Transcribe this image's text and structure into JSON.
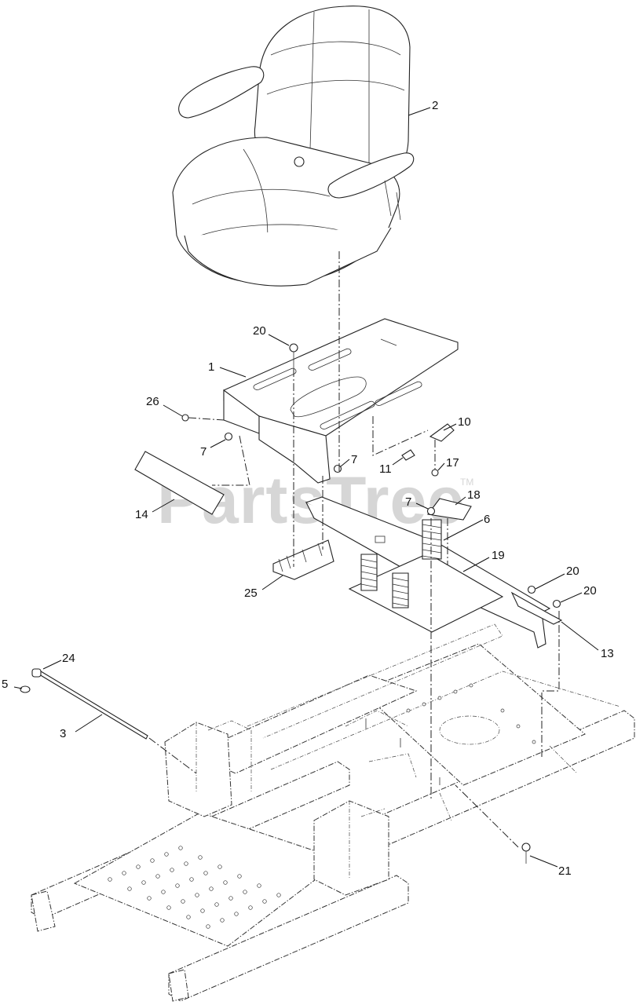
{
  "watermark": {
    "brand": "PartsTree",
    "trademark": "TM"
  },
  "callouts": [
    {
      "id": "c1",
      "label": "1"
    },
    {
      "id": "c2",
      "label": "2"
    },
    {
      "id": "c3",
      "label": "3"
    },
    {
      "id": "c5",
      "label": "5"
    },
    {
      "id": "c6",
      "label": "6"
    },
    {
      "id": "c7a",
      "label": "7"
    },
    {
      "id": "c7b",
      "label": "7"
    },
    {
      "id": "c7c",
      "label": "7"
    },
    {
      "id": "c10",
      "label": "10"
    },
    {
      "id": "c11",
      "label": "11"
    },
    {
      "id": "c13",
      "label": "13"
    },
    {
      "id": "c14",
      "label": "14"
    },
    {
      "id": "c17",
      "label": "17"
    },
    {
      "id": "c18",
      "label": "18"
    },
    {
      "id": "c19",
      "label": "19"
    },
    {
      "id": "c20a",
      "label": "20"
    },
    {
      "id": "c20b",
      "label": "20"
    },
    {
      "id": "c20c",
      "label": "20"
    },
    {
      "id": "c21",
      "label": "21"
    },
    {
      "id": "c24",
      "label": "24"
    },
    {
      "id": "c25",
      "label": "25"
    },
    {
      "id": "c26",
      "label": "26"
    }
  ]
}
